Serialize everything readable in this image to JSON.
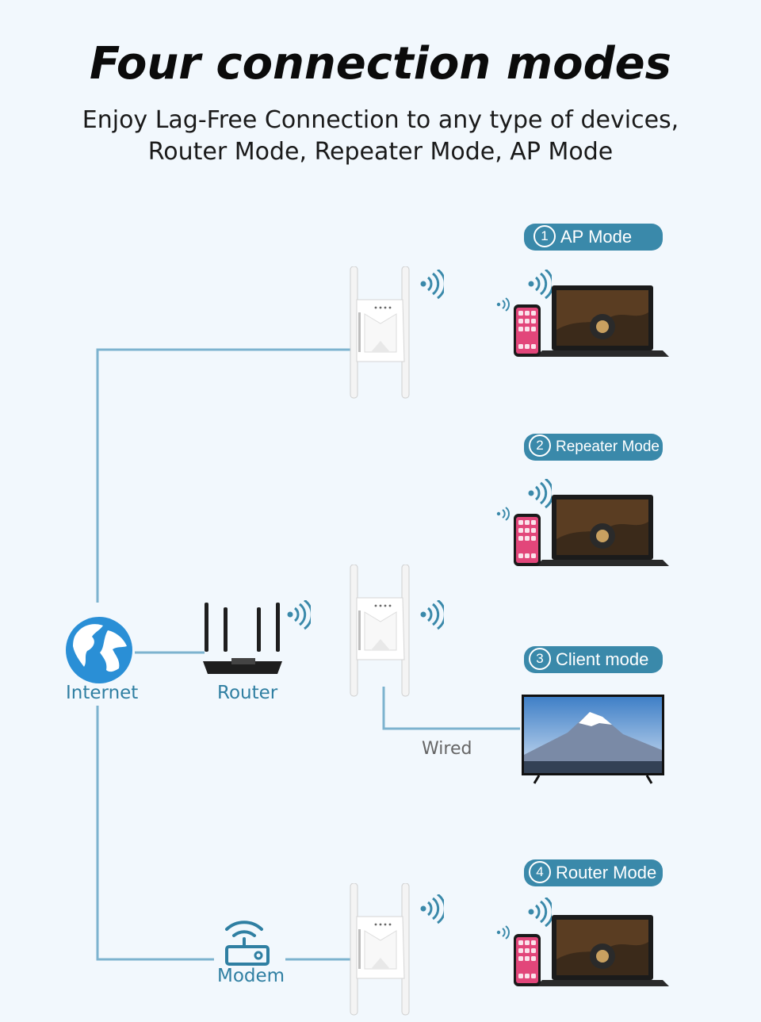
{
  "header": {
    "title": "Four connection modes",
    "subtitle_line1": "Enjoy Lag-Free Connection to any type of devices,",
    "subtitle_line2": "Router Mode, Repeater Mode, AP Mode"
  },
  "modes": [
    {
      "num": "1",
      "label": "AP Mode"
    },
    {
      "num": "2",
      "label": "Repeater Mode"
    },
    {
      "num": "3",
      "label": "Client mode"
    },
    {
      "num": "4",
      "label": "Router Mode"
    }
  ],
  "nodes": {
    "internet": "Internet",
    "router": "Router",
    "modem": "Modem",
    "wired": "Wired"
  },
  "colors": {
    "line": "#7db3cf",
    "badge": "#3a89aa",
    "label": "#2f7fa2",
    "wifi": "#3a89aa"
  }
}
